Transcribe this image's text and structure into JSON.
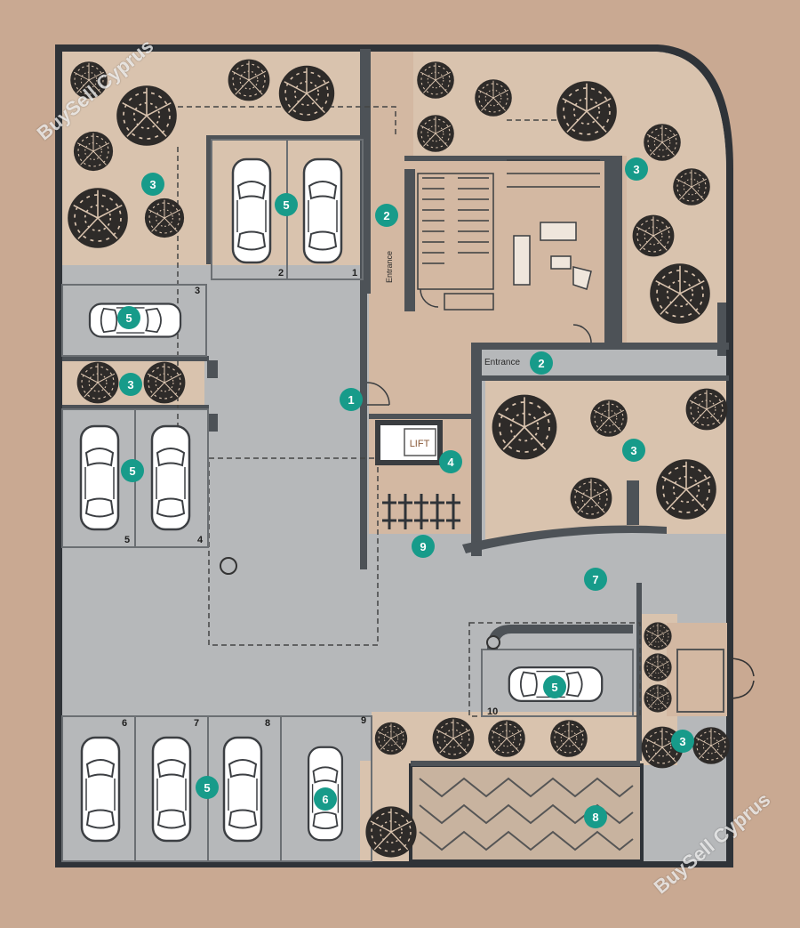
{
  "plan": {
    "labels": {
      "entrance": "Entrance",
      "lift": "LIFT"
    },
    "space_numbers": [
      "1",
      "2",
      "3",
      "4",
      "5",
      "6",
      "7",
      "8",
      "9",
      "10"
    ],
    "markers": [
      "1",
      "2",
      "2",
      "3",
      "3",
      "3",
      "3",
      "3",
      "4",
      "5",
      "5",
      "5",
      "5",
      "5",
      "6",
      "7",
      "8",
      "9"
    ],
    "colors": {
      "background": "#c9a992",
      "parking_floor": "#b6b8ba",
      "garden": "#d9c3ae",
      "interior": "#d3b8a2",
      "wall": "#4d5257",
      "marker": "#179b8a"
    }
  },
  "watermark": {
    "text": "BuySell Cyprus"
  }
}
